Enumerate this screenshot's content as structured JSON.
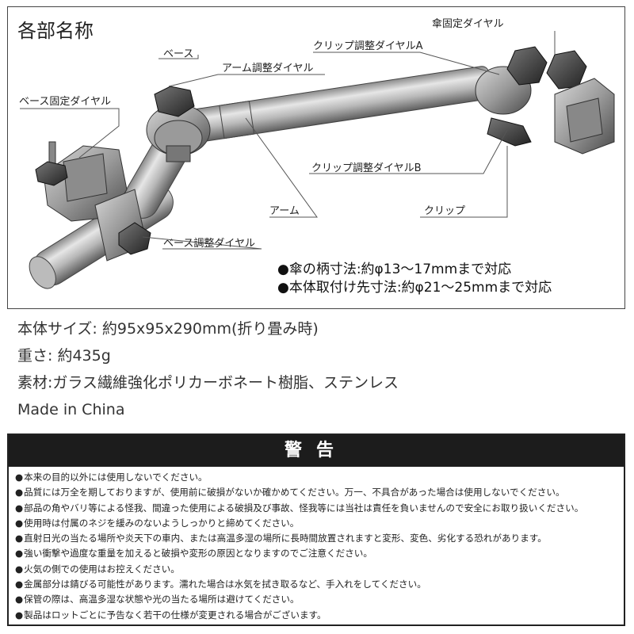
{
  "diagram": {
    "section_title": "各部名称",
    "labels": {
      "base": "ベース",
      "arm_dial": "アーム調整ダイヤル",
      "base_fix_dial": "ベース固定ダイヤル",
      "umbrella_fix_dial": "傘固定ダイヤル",
      "clip_dial_a": "クリップ調整ダイヤルA",
      "clip_dial_b": "クリップ調整ダイヤルB",
      "arm": "アーム",
      "clip": "クリップ",
      "base_adjust_dial": "ベース調整ダイヤル"
    },
    "bullets": [
      "●傘の柄寸法:約φ13〜17mmまで対応",
      "●本体取付け先寸法:約φ21〜25mmまで対応"
    ]
  },
  "specs": [
    "本体サイズ: 約95x95x290mm(折り畳み時)",
    "重さ: 約435g",
    "素材:ガラス繊維強化ポリカーボネート樹脂、ステンレス",
    "Made in China"
  ],
  "warning": {
    "title": "警告",
    "items": [
      "本来の目的以外には使用しないでください。",
      "品質には万全を期しておりますが、使用前に破損がないか確かめてください。万一、不具合があった場合は使用しないでください。",
      "部品の角やバリ等による怪我、間違った使用による破損及び事故、怪我等には当社は責任を負いませんので安全にお取り扱いください。",
      "使用時は付属のネジを緩みのないようしっかりと締めてください。",
      "直射日光の当たる場所や炎天下の車内、または高温多湿の場所に長時間放置されますと変形、変色、劣化する恐れがあります。",
      "強い衝撃や過度な重量を加えると破損や変形の原因となりますのでご注意ください。",
      "火気の側での使用はお控えください。",
      "金属部分は錆びる可能性があります。濡れた場合は水気を拭き取るなど、手入れをしてください。",
      "保管の際は、高温多湿な状態や光の当たる場所は避けてください。",
      "製品はロットごとに予告なく若干の仕様が変更される場合がございます。"
    ]
  }
}
